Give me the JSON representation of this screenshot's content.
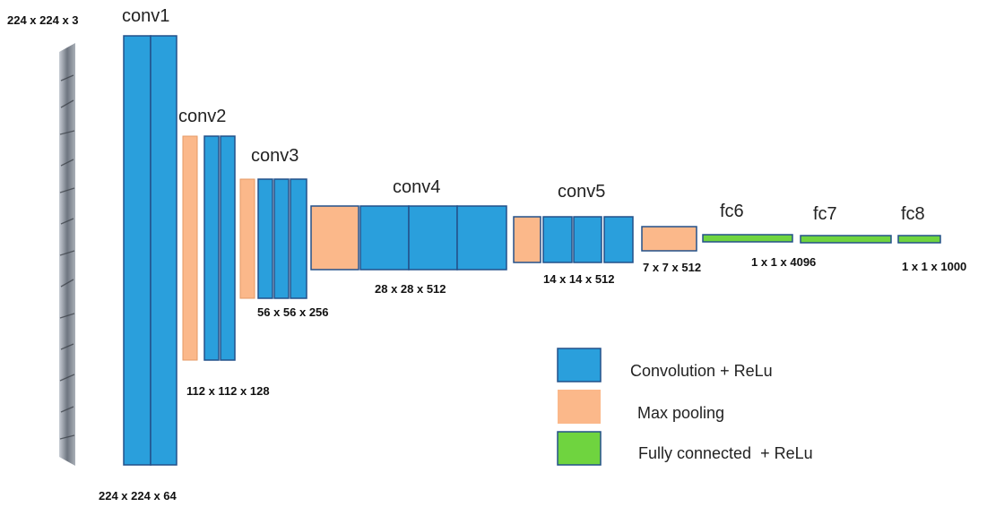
{
  "diagram": {
    "input_label": "224 x 224 x 3",
    "stages": {
      "conv1": "conv1",
      "conv2": "conv2",
      "conv3": "conv3",
      "conv4": "conv4",
      "conv5": "conv5",
      "fc6": "fc6",
      "fc7": "fc7",
      "fc8": "fc8"
    },
    "dims": {
      "conv1": "224 x 224 x 64",
      "conv2": "112 x 112 x 128",
      "conv3": "56 x 56 x 256",
      "conv4": "28 x 28 x 512",
      "conv5": "14 x 14 x 512",
      "pool5": "7 x 7 x 512",
      "fc67": "1 x 1 x 4096",
      "fc8": "1 x 1 x 1000"
    },
    "colors": {
      "conv": "#2a9fdc",
      "pool": "#fbb88a",
      "fc": "#6fd43f",
      "border": "#23508a"
    }
  },
  "legend": {
    "items": [
      {
        "label": "Convolution + ReLu",
        "color": "#2a9fdc"
      },
      {
        "label": "Max pooling",
        "color": "#fbb88a"
      },
      {
        "label": "Fully connected  + ReLu",
        "color": "#6fd43f"
      }
    ]
  }
}
